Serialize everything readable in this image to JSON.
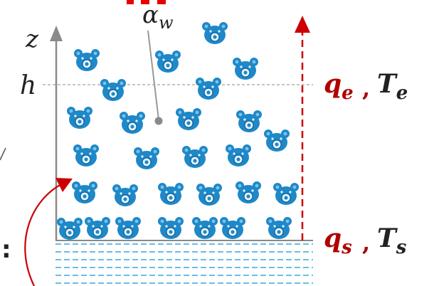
{
  "labels": {
    "z": "z",
    "h": "h",
    "alpha": "α",
    "alpha_sub": "w",
    "q_e": "q",
    "q_e_sub": "e",
    "T_e": "T",
    "T_e_sub": "e",
    "q_s": "q",
    "q_s_sub": "s",
    "T_s": "T",
    "T_s_sub": "s",
    "separator": ",",
    "colon": ":"
  },
  "icons": {
    "particle": "cartoon-bear-face-icon",
    "fluid": "water-layer"
  },
  "colors": {
    "particle": "#1e88c8",
    "particle_dark": "#0d5f93",
    "arrow_red": "#cc0000",
    "q_e_text": "#b00000",
    "axis": "#8a8a8a",
    "water": "#3aa7d9",
    "title_partial": "#e60000"
  }
}
